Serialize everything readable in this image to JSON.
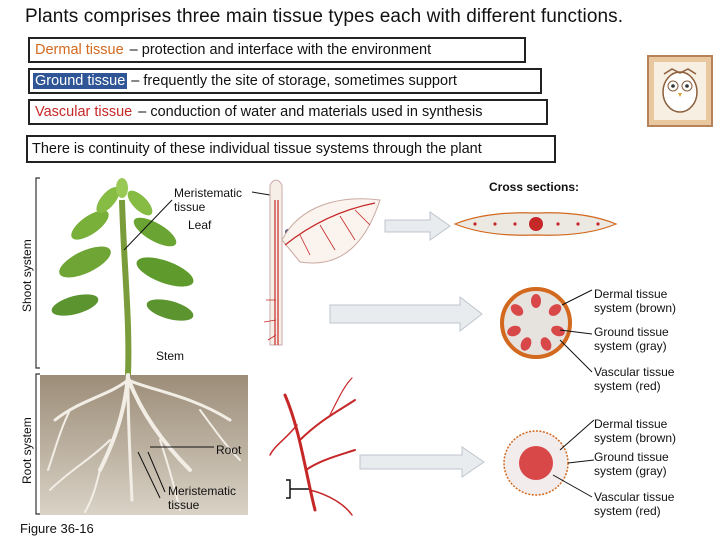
{
  "slide": {
    "title": "Plants comprises three main tissue types each with different functions.",
    "dermal_term": "Dermal tissue",
    "dermal_desc": " – protection and interface with the environment",
    "ground_term": "Ground tissue",
    "ground_desc": " – frequently the site of storage, sometimes support",
    "vascular_term": "Vascular tissue",
    "vascular_desc": " – conduction of water and materials used in synthesis",
    "continuity": "There is continuity of these individual tissue systems through the plant"
  },
  "figure": {
    "meristematic_top": "Meristematic tissue",
    "leaf": "Leaf",
    "shoot_system": "Shoot system",
    "root_system": "Root system",
    "stem": "Stem",
    "root": "Root",
    "meristematic_bottom": "Meristematic tissue",
    "cross_sections": "Cross sections:",
    "caption": "Figure 36-16",
    "stem_dermal": "Dermal tissue system (brown)",
    "stem_ground": "Ground tissue system (gray)",
    "stem_vascular": "Vascular tissue system (red)",
    "root_dermal": "Dermal tissue system (brown)",
    "root_ground": "Ground tissue system (gray)",
    "root_vascular": "Vascular tissue system (red)"
  },
  "colors": {
    "dermal": "#d2691e",
    "ground_highlight": "#2f5597",
    "vascular": "#c62828",
    "soil": "#8a7a66"
  },
  "icons": [
    "owl-icon"
  ]
}
